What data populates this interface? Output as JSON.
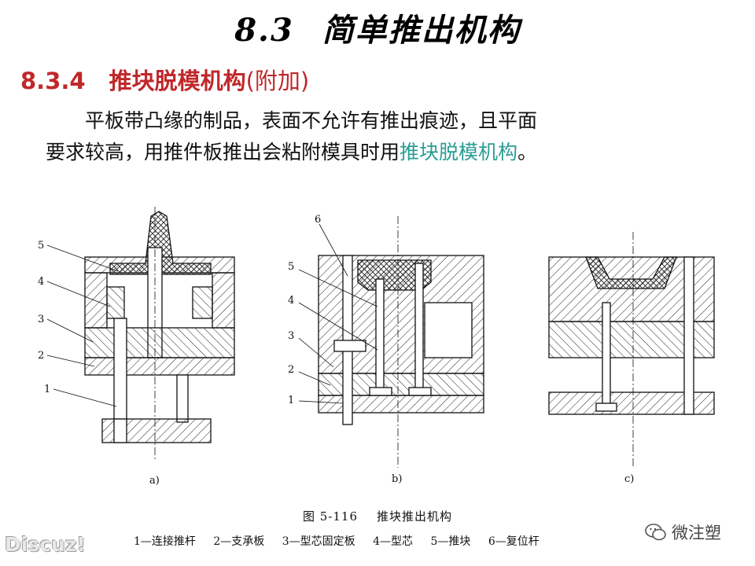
{
  "title": {
    "number": "8.3",
    "text": "简单推出机构"
  },
  "section": {
    "number": "8.3.4",
    "text": "推块脱模机构",
    "note": "(附加)"
  },
  "paragraph": {
    "line1": "平板带凸缘的制品，表面不允许有推出痕迹，且平面",
    "line2_a": "要求较高，用推件板推出会粘附模具时用",
    "line2_highlight": "推块脱模机构",
    "line2_end": "。"
  },
  "figure": {
    "sub_labels": [
      "a)",
      "b)",
      "c)"
    ],
    "callouts_a": [
      "5",
      "4",
      "3",
      "2",
      "1"
    ],
    "callouts_b": [
      "6",
      "5",
      "4",
      "3",
      "2",
      "1"
    ]
  },
  "caption": {
    "fig_no": "图 5-116",
    "fig_title": "推块推出机构"
  },
  "legend": [
    "1—连接推杆",
    "2—支承板",
    "3—型芯固定板",
    "4—型芯",
    "5—推块",
    "6—复位杆"
  ],
  "watermarks": {
    "left": "Discuz!",
    "right": "微注塑"
  },
  "colors": {
    "section": "#c0282b",
    "highlight": "#2a9c95"
  }
}
